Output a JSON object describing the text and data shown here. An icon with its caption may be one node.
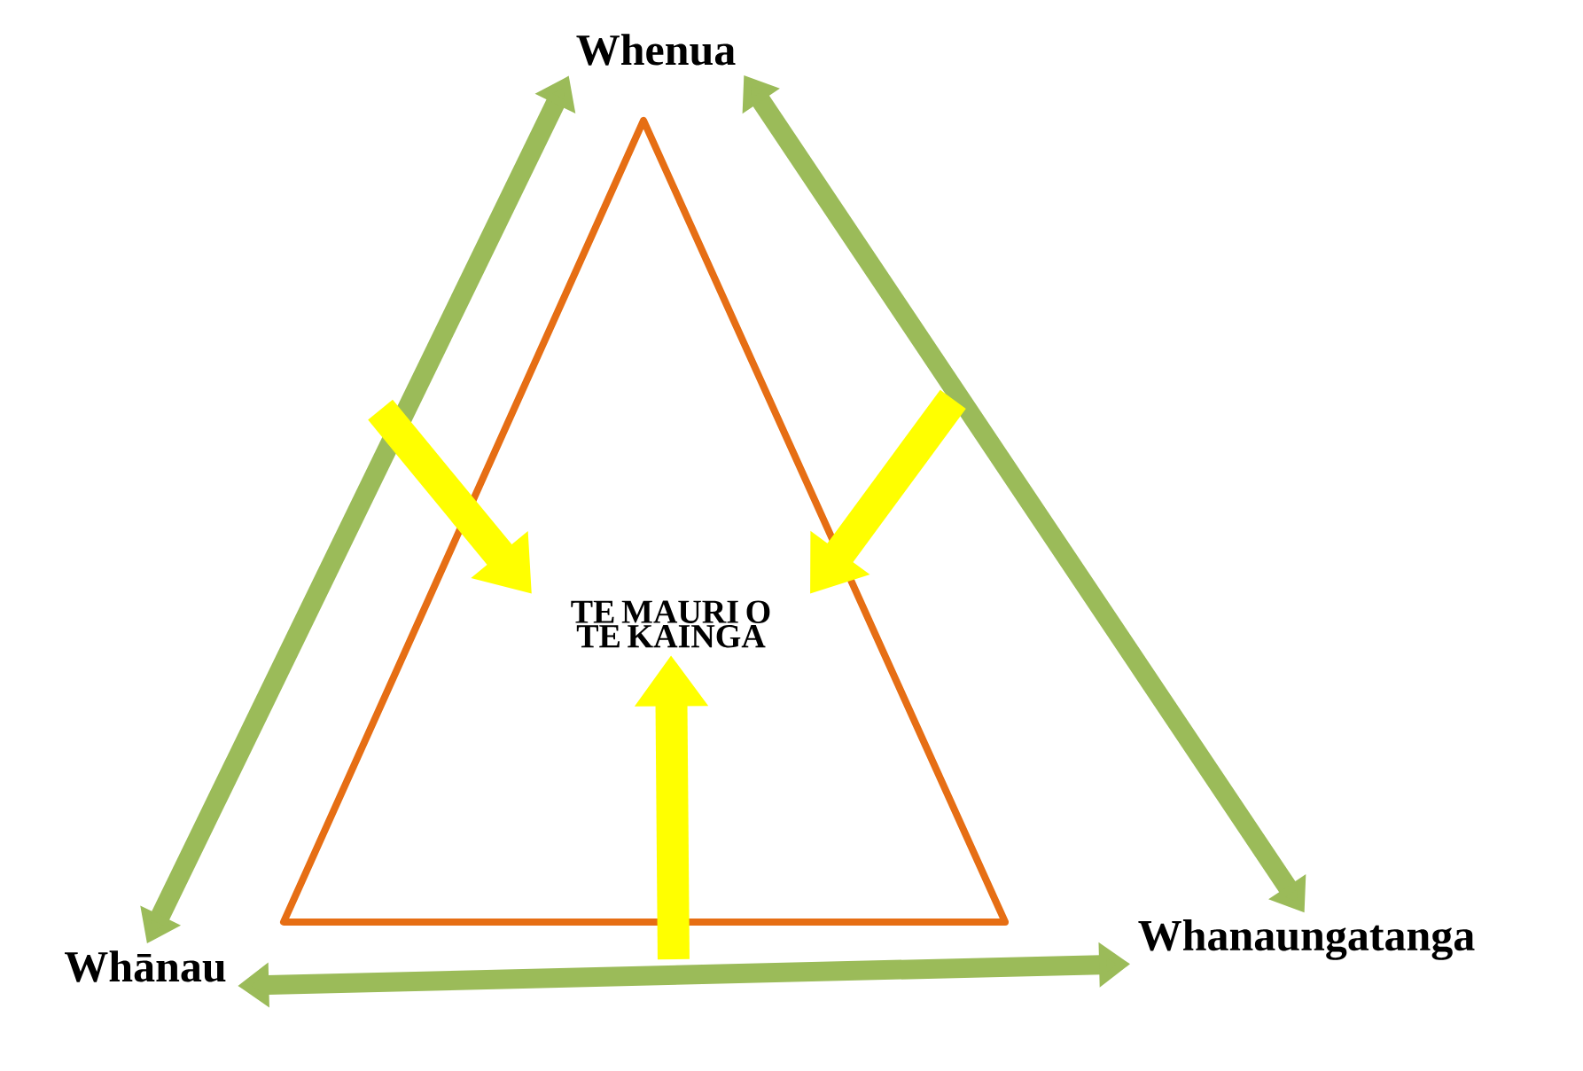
{
  "diagram": {
    "nodes": [
      {
        "text": [
          "Whenua"
        ]
      },
      {
        "text": [
          "Whānau"
        ]
      },
      {
        "text": [
          "Whanaungatanga"
        ]
      },
      {
        "text": [],
        "shape": "triangle"
      },
      {
        "text": [
          "TE MAURI O TE KAINGA"
        ],
        "in": 3
      }
    ],
    "edges": [
      {
        "from": 0,
        "to": 1,
        "arrow": "both",
        "color": "#9bbb59"
      },
      {
        "from": 0,
        "to": 2,
        "arrow": "both",
        "color": "#9bbb59"
      },
      {
        "from": 1,
        "to": 2,
        "arrow": "both",
        "color": "#9bbb59"
      },
      {
        "from": null,
        "to": 4,
        "arrow": "to",
        "color": "#ffff00"
      },
      {
        "from": null,
        "to": 4,
        "arrow": "to",
        "color": "#ffff00"
      },
      {
        "from": null,
        "to": 4,
        "arrow": "to",
        "color": "#ffff00"
      }
    ]
  }
}
